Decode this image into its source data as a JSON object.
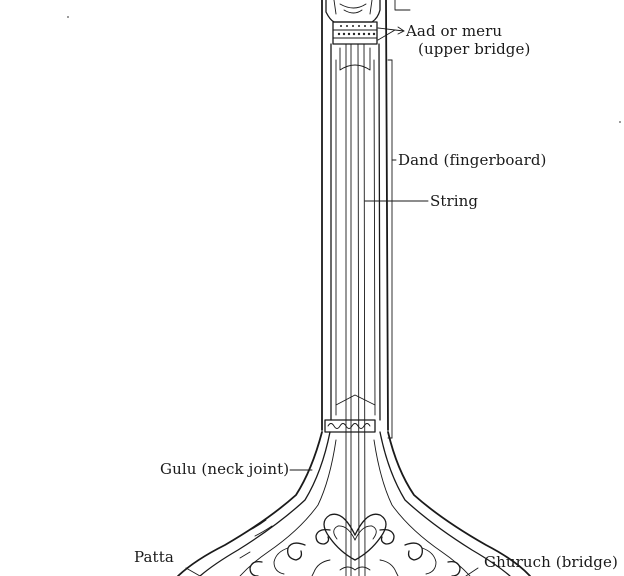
{
  "labels": {
    "aad_line1": "Aad or meru",
    "aad_line2": "(upper bridge)",
    "dand": "Dand (fingerboard)",
    "string": "String",
    "gulu": "Gulu (neck joint)",
    "patta": "Patta",
    "ghuruch": "Ghuruch (bridge)"
  }
}
